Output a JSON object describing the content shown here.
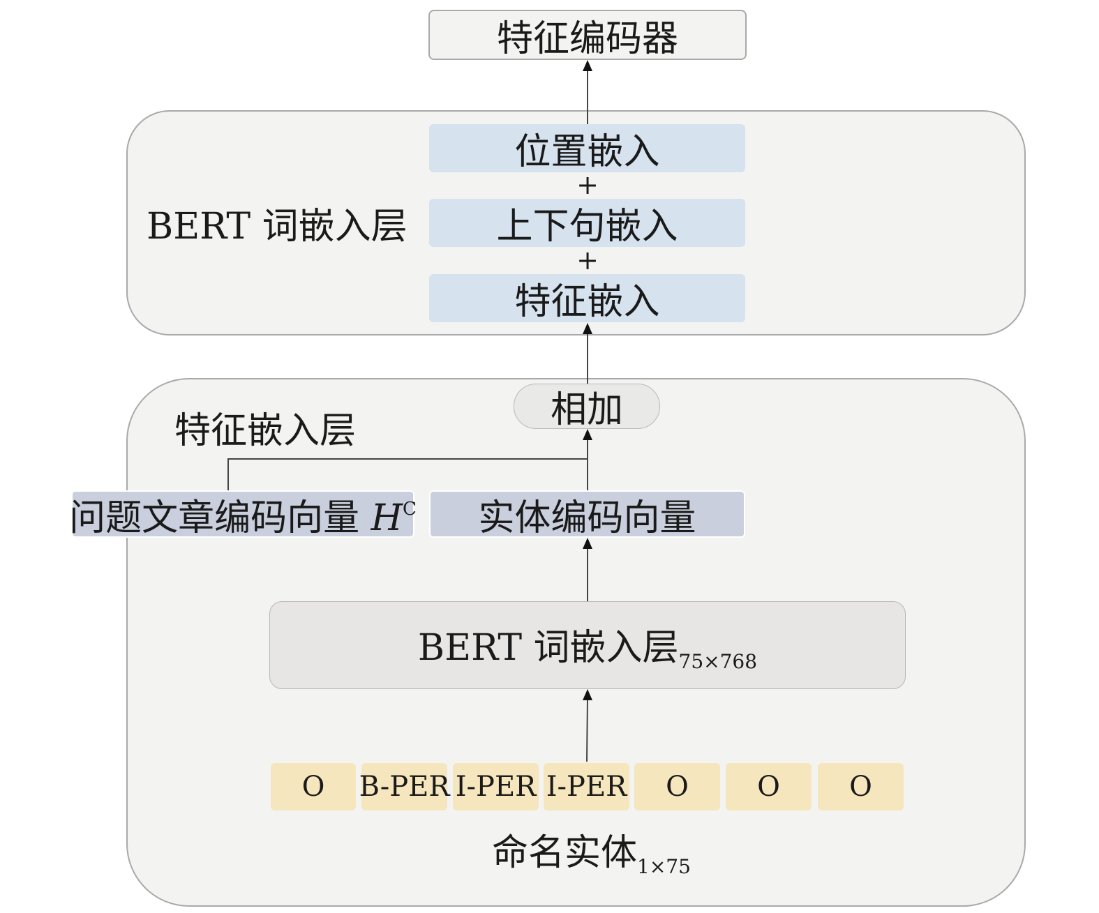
{
  "feature_encoder": "特征编码器",
  "bert_layer": {
    "label": "BERT 词嵌入层",
    "position": "位置嵌入",
    "plus1": "+",
    "segment": "上下句嵌入",
    "plus2": "+",
    "feature": "特征嵌入"
  },
  "feature_layer": {
    "label": "特征嵌入层",
    "add": "相加",
    "question_vector": "问题文章编码向量 ",
    "question_symbol": "H",
    "question_sup": "C",
    "entity_vector": "实体编码向量",
    "bert_box": "BERT 词嵌入层",
    "bert_box_sub": "75×768",
    "tokens": [
      "O",
      "B-PER",
      "I-PER",
      "I-PER",
      "O",
      "O",
      "O"
    ],
    "entities": "命名实体",
    "entities_sub": "1×75"
  }
}
